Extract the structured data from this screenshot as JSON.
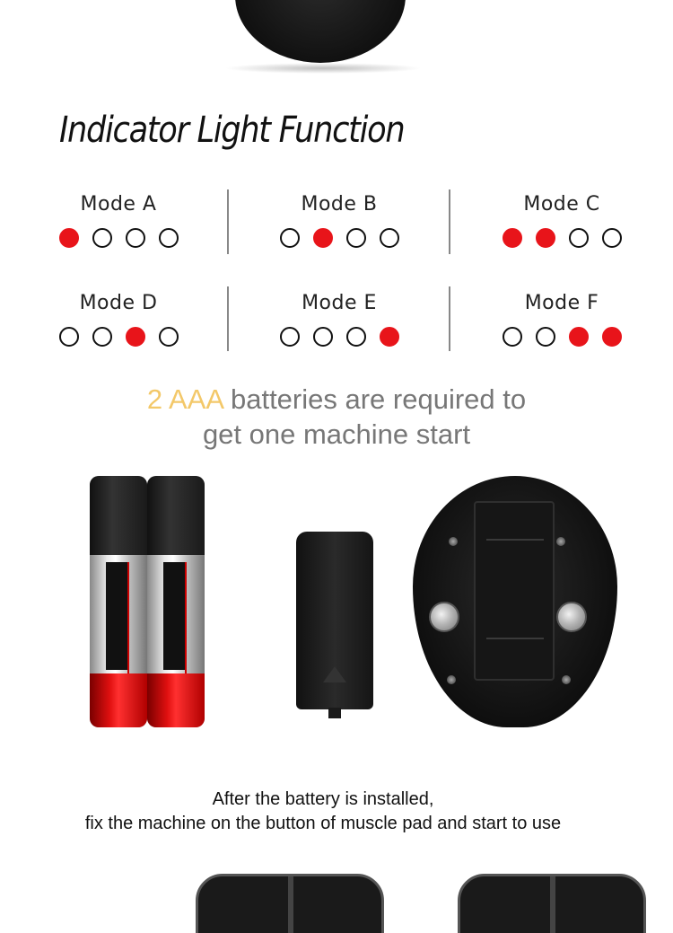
{
  "title": "Indicator Light Function",
  "modes": [
    {
      "label": "Mode A",
      "lights": [
        1,
        0,
        0,
        0
      ]
    },
    {
      "label": "Mode B",
      "lights": [
        0,
        1,
        0,
        0
      ]
    },
    {
      "label": "Mode C",
      "lights": [
        1,
        1,
        0,
        0
      ]
    },
    {
      "label": "Mode D",
      "lights": [
        0,
        0,
        1,
        0
      ]
    },
    {
      "label": "Mode E",
      "lights": [
        0,
        0,
        0,
        1
      ]
    },
    {
      "label": "Mode F",
      "lights": [
        0,
        0,
        1,
        1
      ]
    }
  ],
  "battery_note": {
    "highlight": "2 AAA",
    "line1_rest": " batteries are required to",
    "line2": "get one machine start"
  },
  "install_note": {
    "line1": "After the battery is installed,",
    "line2": "fix the machine on the button of muscle pad and start to use"
  },
  "colors": {
    "light_on": "#e8141a",
    "highlight": "#f3c869"
  }
}
